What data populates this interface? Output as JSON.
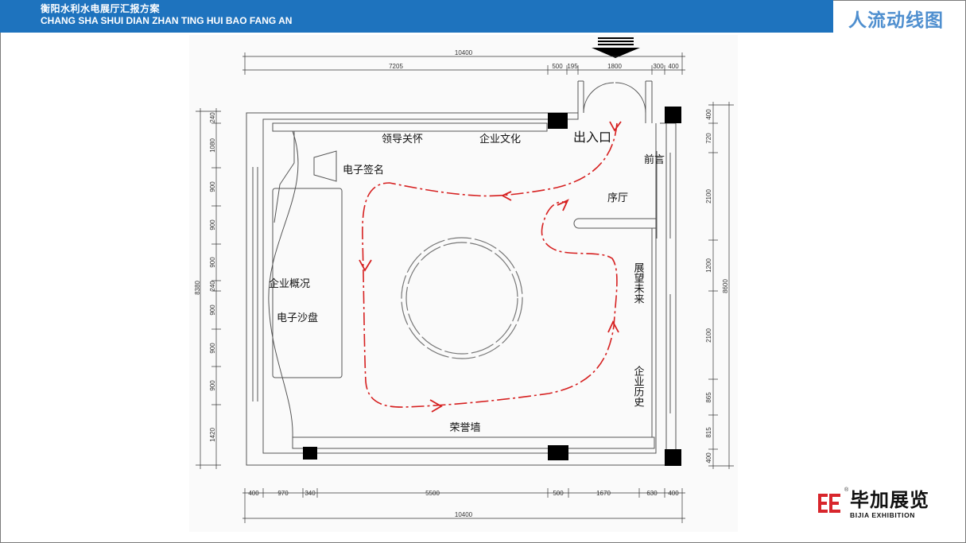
{
  "header": {
    "title_cn": "衡阳水利水电展厅汇报方案",
    "title_en": "CHANG SHA SHUI DIAN ZHAN TING HUI BAO FANG AN",
    "section_title": "人流动线图"
  },
  "brand": {
    "name_cn": "毕加展览",
    "name_en": "BIJIA EXHIBITION",
    "reg_mark": "®"
  },
  "plan": {
    "rooms": {
      "entrance": "出入口",
      "foreword": "前言",
      "lobby": "序厅",
      "leadership_care": "领导关怀",
      "corporate_culture": "企业文化",
      "e_signature": "电子签名",
      "company_overview": "企业概况",
      "e_sandtable": "电子沙盘",
      "future_outlook": "展望未来",
      "company_history": "企业历史",
      "honor_wall": "荣誉墙"
    },
    "dims_top": {
      "overall": "10400",
      "segments": [
        "7205",
        "500",
        "195",
        "1800",
        "300",
        "400"
      ]
    },
    "dims_bottom": {
      "overall": "10400",
      "segments": [
        "400",
        "970",
        "340",
        "5500",
        "500",
        "1670",
        "630",
        "400"
      ]
    },
    "dims_left": {
      "overall": "8380",
      "segments": [
        "240",
        "1080",
        "900",
        "900",
        "900",
        "240",
        "900",
        "900",
        "900",
        "1420"
      ]
    },
    "dims_right": {
      "overall": "8600",
      "segments": [
        "400",
        "720",
        "2100",
        "1200",
        "2100",
        "865",
        "815",
        "400"
      ]
    },
    "colors": {
      "header_bar": "#1e73be",
      "section_title": "#4f8fcf",
      "flow_path": "#d62020",
      "brand_red": "#d8262c"
    }
  }
}
